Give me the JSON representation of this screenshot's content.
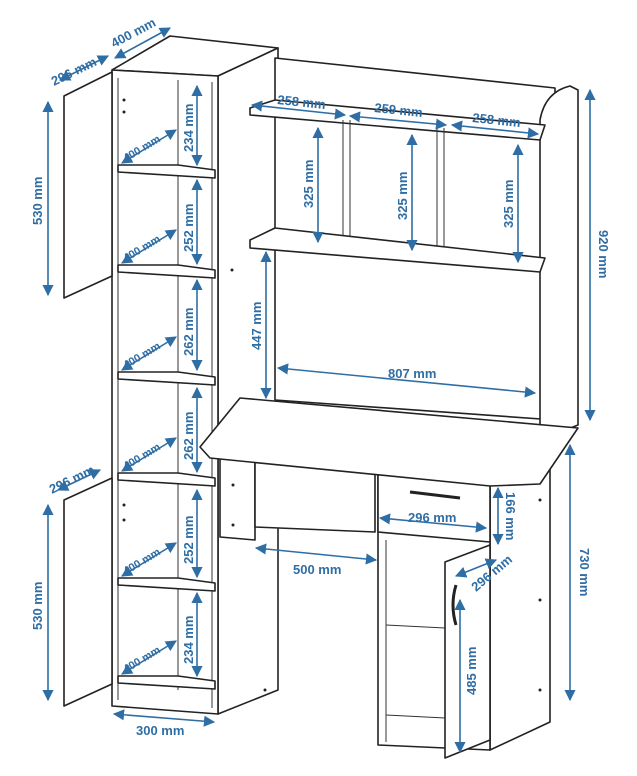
{
  "colors": {
    "dimension": "#2f6ea5",
    "outline": "#222222"
  },
  "unit": "mm",
  "bookcase": {
    "depth": "296 mm",
    "width_top": "400 mm",
    "upper_door_height": "530 mm",
    "lower_door_depth": "296 mm",
    "lower_door_height": "530 mm",
    "base_width": "300 mm",
    "shelf_depths": [
      "400 mm",
      "400 mm",
      "400 mm",
      "400 mm",
      "400 mm",
      "400 mm"
    ],
    "compartment_heights": [
      "234 mm",
      "252 mm",
      "262 mm",
      "262 mm",
      "252 mm",
      "234 mm"
    ]
  },
  "hutch": {
    "shelf_widths": [
      "258 mm",
      "259 mm",
      "258 mm"
    ],
    "compartment_heights": [
      "325 mm",
      "325 mm",
      "325 mm"
    ],
    "clearance_height": "447 mm",
    "inner_width": "807 mm",
    "total_height": "920 mm"
  },
  "desk": {
    "drawer_width": "296 mm",
    "drawer_height": "166 mm",
    "knee_width": "500 mm",
    "height": "730 mm",
    "cabinet_depth": "296 mm",
    "cabinet_height": "485 mm"
  }
}
